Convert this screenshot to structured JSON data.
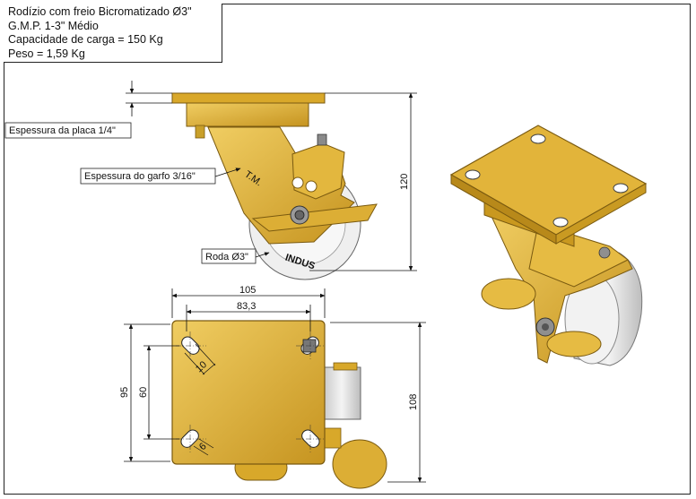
{
  "specs": {
    "title": "Rodízio com freio Bicromatizado Ø3\"",
    "model": "G.M.P. 1-3\" Médio",
    "capacity": "Capacidade de carga = 150 Kg",
    "weight": "Peso = 1,59 Kg"
  },
  "side_view": {
    "plate_label": "Espessura da placa 1/4\"",
    "fork_label": "Espessura do garfo 3/16\"",
    "wheel_label": "Roda Ø3\"",
    "height_dim": "120",
    "fork_stamp": "T.M.",
    "wheel_text": "INDUS"
  },
  "top_view": {
    "outer_width": "105",
    "hole_spacing_x": "83,3",
    "outer_height": "95",
    "hole_spacing_y": "60",
    "total_height": "108",
    "slot_width_1": "10",
    "slot_width_2": "6"
  },
  "colors": {
    "brass": "#d9a82a",
    "brass_dark": "#a87b12",
    "brass_light": "#ecc458",
    "wheel": "#e6e6e6"
  }
}
